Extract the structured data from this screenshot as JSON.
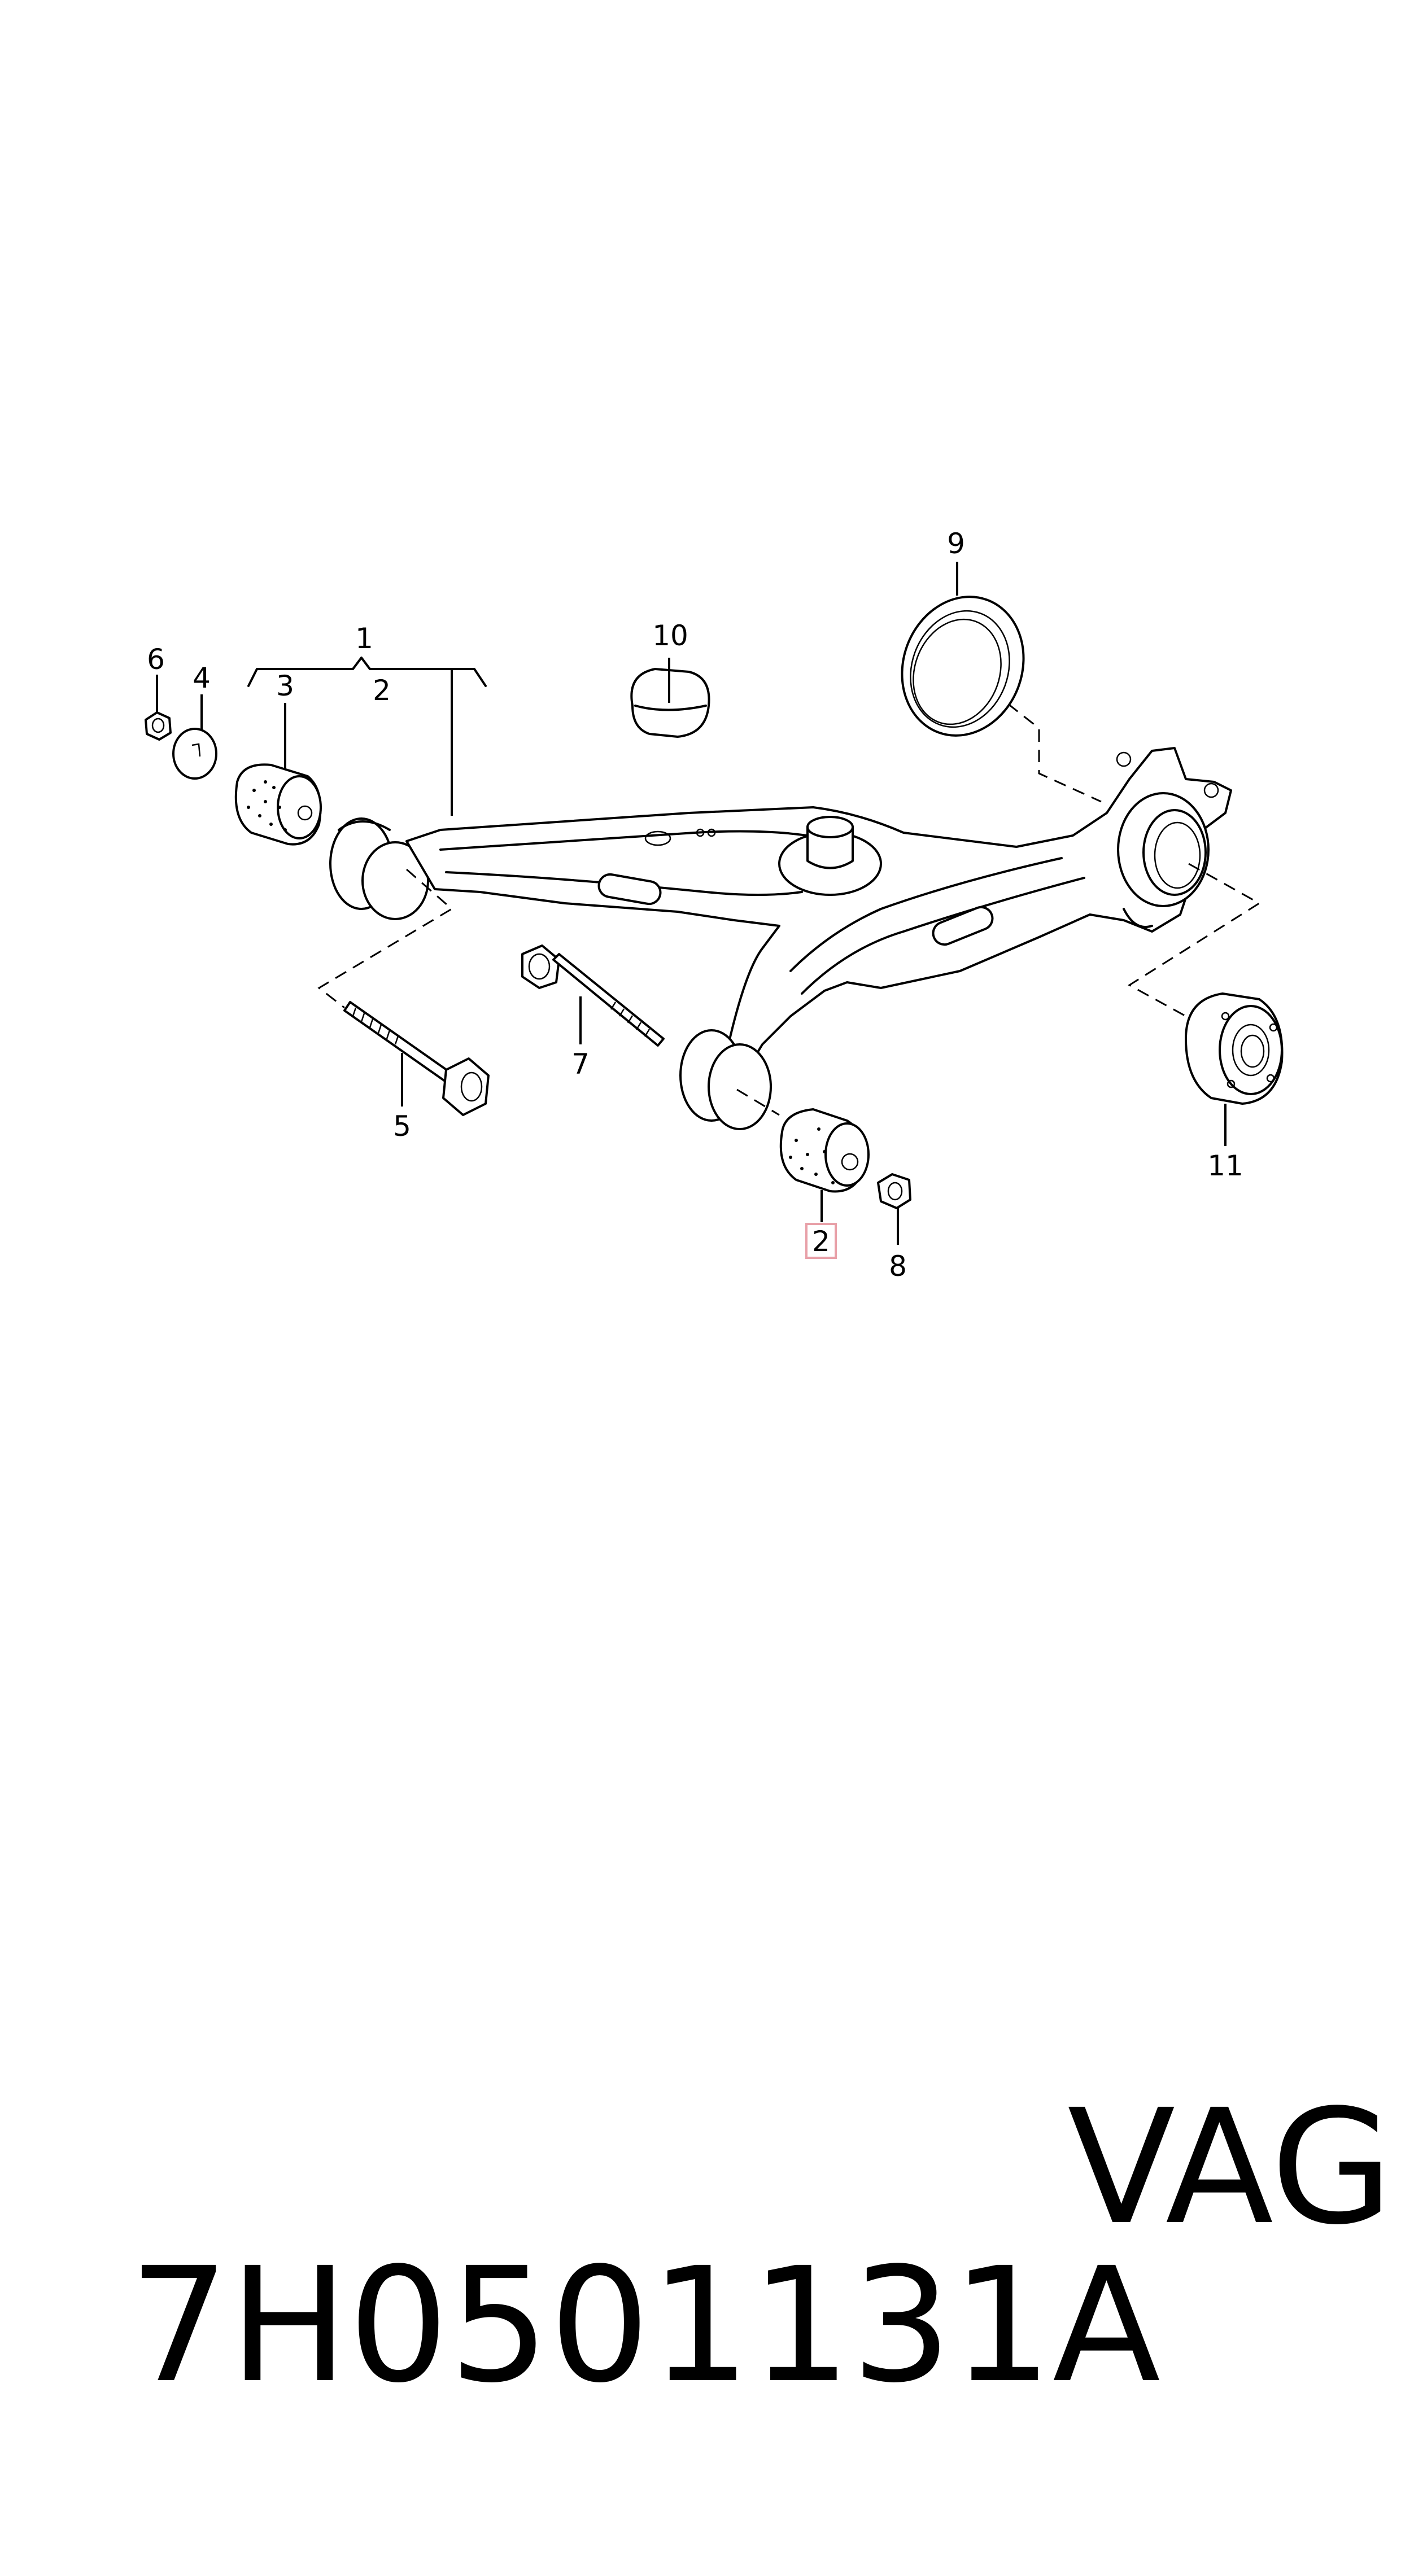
{
  "diagram": {
    "callouts": {
      "c1": "1",
      "c2a": "2",
      "c2b": "2",
      "c3": "3",
      "c4": "4",
      "c5": "5",
      "c6": "6",
      "c7": "7",
      "c8": "8",
      "c9": "9",
      "c10": "10",
      "c11": "11"
    },
    "highlight_color": "#e8a0a8"
  },
  "caption": {
    "part_number": "7H0501131A",
    "brand": "VAG"
  }
}
